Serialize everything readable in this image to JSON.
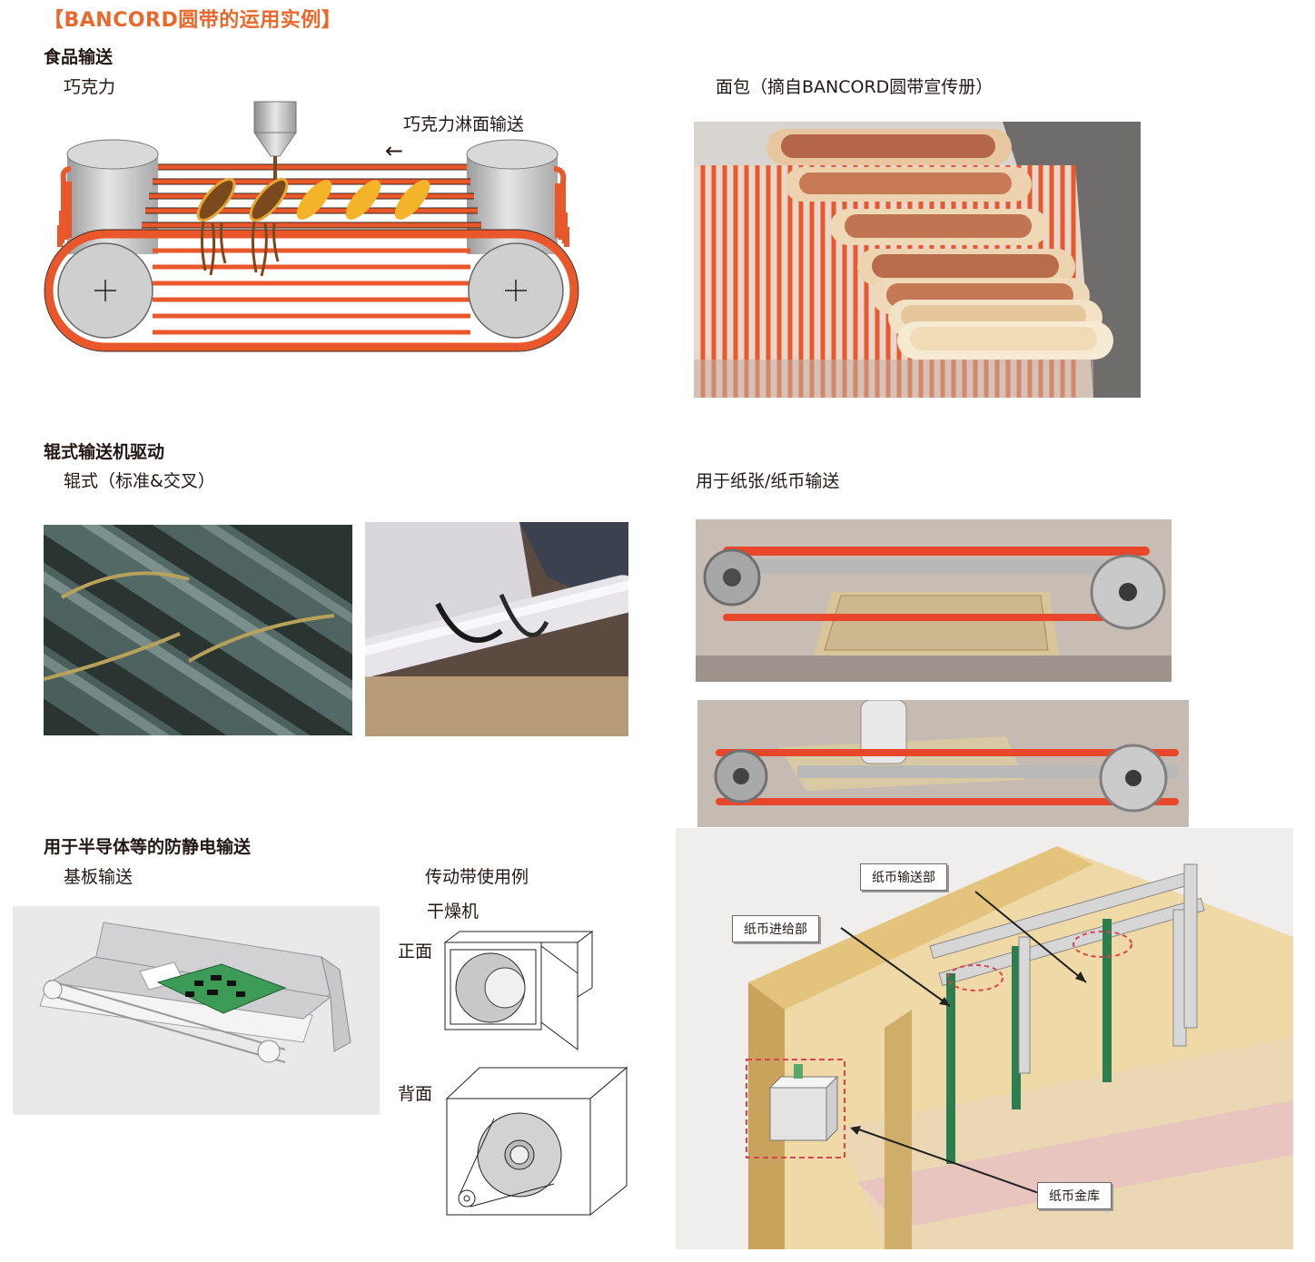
{
  "page_title": "【BANCORD圆带的运用实例】",
  "food": {
    "heading": "食品输送",
    "chocolate_label": "巧克力",
    "chocolate_caption": "巧克力淋面输送",
    "arrow": "←",
    "bread_label": "面包（摘自BANCORD圆带宣传册）"
  },
  "roller": {
    "heading": "辊式输送机驱动",
    "type_label": "辊式（标准&交叉）"
  },
  "paper": {
    "label": "用于纸张/纸币输送"
  },
  "semiconductor": {
    "heading": "用于半导体等的防静电输送",
    "substrate_label": "基板输送",
    "example_label": "传动带使用例",
    "dryer_label": "干燥机",
    "front_label": "正面",
    "back_label": "背面"
  },
  "banknote_diagram": {
    "feed_section": "纸币输送部",
    "entry_section": "纸币进给部",
    "vault": "纸币金库"
  },
  "colors": {
    "belt_orange": "#e9572b",
    "title_orange": "#e8692e",
    "chocolate_brown": "#7a4a1e",
    "biscuit_yellow": "#f4b429"
  }
}
